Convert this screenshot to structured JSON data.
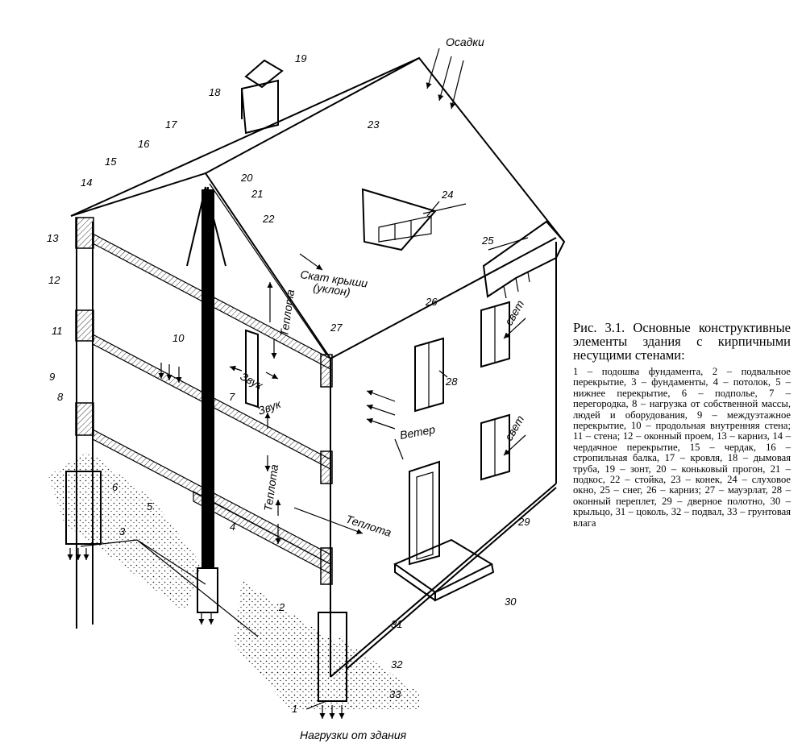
{
  "caption": {
    "title": "Рис. 3.1. Основные конструктивные элементы здания с кирпичными несущими стенами:",
    "legend": "1 – подошва фундамента, 2 – подвальное перекрытие, 3 – фундаменты, 4 – потолок, 5 – нижнее перекрытие, 6 – подполье, 7 – перегородка, 8 – нагрузка от собственной массы, людей и оборудования, 9 – междуэтажное перекрытие, 10 – продольная внутренняя стена; 11 – стена; 12 – оконный проем, 13 – карниз, 14 – чердачное перекрытие, 15 – чердак, 16 – стропильная балка, 17 – кровля, 18 – дымовая труба, 19 – зонт, 20 – коньковый прогон, 21 – подкос, 22 – стойка, 23 – конек, 24 – слуховое окно, 25 – снег, 26 – карниз; 27 – мауэрлат, 28 – оконный переплет, 29 – дверное полотно, 30 – крыльцо, 31 – цоколь, 32 – подвал, 33 – грунтовая влага"
  },
  "labels": {
    "osadki": "Осадки",
    "skat": "Скат крыши",
    "uklon": "(уклон)",
    "teplota": "Теплота",
    "zvuk": "Звук",
    "veter": "Ветер",
    "svet": "свет",
    "nagruzki": "Нагрузки от здания"
  },
  "numbers": [
    "1",
    "2",
    "3",
    "4",
    "5",
    "6",
    "7",
    "8",
    "9",
    "10",
    "11",
    "12",
    "13",
    "14",
    "15",
    "16",
    "17",
    "18",
    "19",
    "20",
    "21",
    "22",
    "23",
    "24",
    "25",
    "26",
    "27",
    "28",
    "29",
    "30",
    "31",
    "32",
    "33"
  ]
}
